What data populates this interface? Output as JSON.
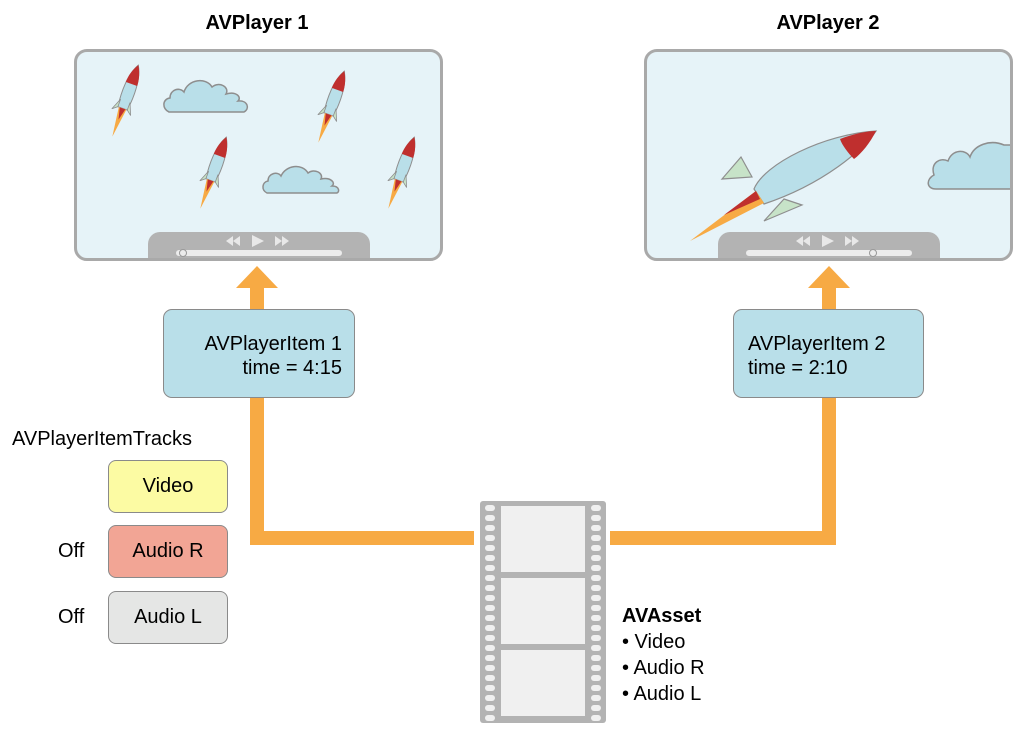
{
  "players": [
    {
      "title": "AVPlayer 1",
      "controls": {
        "rewind_icon": "rewind-icon",
        "play_icon": "play-icon",
        "forward_icon": "fast-forward-icon",
        "progress": 0.02
      }
    },
    {
      "title": "AVPlayer 2",
      "controls": {
        "rewind_icon": "rewind-icon",
        "play_icon": "play-icon",
        "forward_icon": "fast-forward-icon",
        "progress": 0.78
      }
    }
  ],
  "player_items": [
    {
      "name": "AVPlayerItem 1",
      "time": "time = 4:15"
    },
    {
      "name": "AVPlayerItem 2",
      "time": "time = 2:10"
    }
  ],
  "tracks": {
    "heading": "AVPlayerItemTracks",
    "items": [
      {
        "label": "Video",
        "state": "",
        "color": "#fcfba3"
      },
      {
        "label": "Audio R",
        "state": "Off",
        "color": "#f2a595"
      },
      {
        "label": "Audio L",
        "state": "Off",
        "color": "#e5e6e5"
      }
    ]
  },
  "asset": {
    "title": "AVAsset",
    "bullets": [
      "• Video",
      "• Audio R",
      "• Audio L"
    ]
  },
  "colors": {
    "pipe": "#f7aa44",
    "item_box": "#b9dfe9",
    "screen_bg": "#e6f3f8",
    "rocket_nose": "#bf2f2e",
    "rocket_body": "#b9dfe9",
    "rocket_fin": "#c7e3c8"
  }
}
